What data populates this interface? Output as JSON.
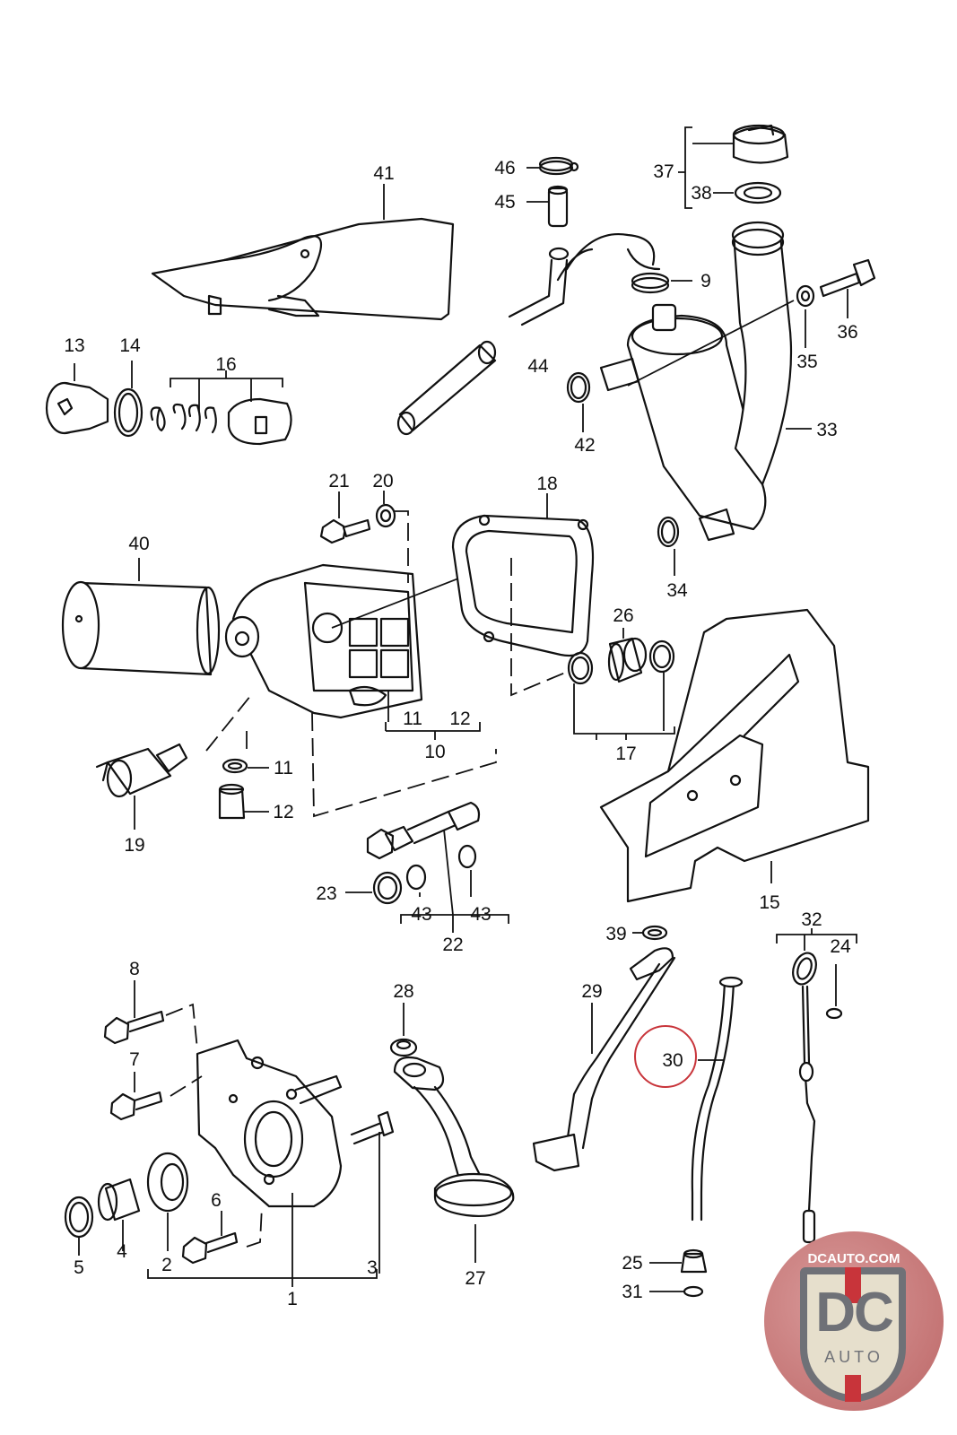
{
  "diagram": {
    "title": "Oil system exploded parts diagram",
    "parts": [
      {
        "id": "1",
        "label": "1"
      },
      {
        "id": "2",
        "label": "2"
      },
      {
        "id": "3",
        "label": "3"
      },
      {
        "id": "4",
        "label": "4"
      },
      {
        "id": "5",
        "label": "5"
      },
      {
        "id": "6",
        "label": "6"
      },
      {
        "id": "7",
        "label": "7"
      },
      {
        "id": "8",
        "label": "8"
      },
      {
        "id": "9",
        "label": "9"
      },
      {
        "id": "10",
        "label": "10"
      },
      {
        "id": "11",
        "label": "11"
      },
      {
        "id": "12",
        "label": "12"
      },
      {
        "id": "13",
        "label": "13"
      },
      {
        "id": "14",
        "label": "14"
      },
      {
        "id": "15",
        "label": "15"
      },
      {
        "id": "16",
        "label": "16"
      },
      {
        "id": "17",
        "label": "17"
      },
      {
        "id": "18",
        "label": "18"
      },
      {
        "id": "19",
        "label": "19"
      },
      {
        "id": "20",
        "label": "20"
      },
      {
        "id": "21",
        "label": "21"
      },
      {
        "id": "22",
        "label": "22"
      },
      {
        "id": "23",
        "label": "23"
      },
      {
        "id": "24",
        "label": "24"
      },
      {
        "id": "25",
        "label": "25"
      },
      {
        "id": "26",
        "label": "26"
      },
      {
        "id": "27",
        "label": "27"
      },
      {
        "id": "28",
        "label": "28"
      },
      {
        "id": "29",
        "label": "29"
      },
      {
        "id": "30",
        "label": "30"
      },
      {
        "id": "31",
        "label": "31"
      },
      {
        "id": "32",
        "label": "32"
      },
      {
        "id": "33",
        "label": "33"
      },
      {
        "id": "34",
        "label": "34"
      },
      {
        "id": "35",
        "label": "35"
      },
      {
        "id": "36",
        "label": "36"
      },
      {
        "id": "37",
        "label": "37"
      },
      {
        "id": "38",
        "label": "38"
      },
      {
        "id": "39",
        "label": "39"
      },
      {
        "id": "40",
        "label": "40"
      },
      {
        "id": "41",
        "label": "41"
      },
      {
        "id": "42",
        "label": "42"
      },
      {
        "id": "43",
        "label": "43"
      },
      {
        "id": "44",
        "label": "44"
      },
      {
        "id": "45",
        "label": "45"
      },
      {
        "id": "46",
        "label": "46"
      }
    ],
    "labels": {
      "l41": "41",
      "l46": "46",
      "l45": "45",
      "l37": "37",
      "l38": "38",
      "l9": "9",
      "l36": "36",
      "l35": "35",
      "l44": "44",
      "l42": "42",
      "l33": "33",
      "l13": "13",
      "l14": "14",
      "l16": "16",
      "l21": "21",
      "l20": "20",
      "l18": "18",
      "l40": "40",
      "l34": "34",
      "l26": "26",
      "l11a": "11",
      "l12a": "12",
      "l10": "10",
      "l17": "17",
      "l11b": "11",
      "l12b": "12",
      "l19": "19",
      "l15": "15",
      "l23": "23",
      "l43a": "43",
      "l43b": "43",
      "l22": "22",
      "l39": "39",
      "l32": "32",
      "l24": "24",
      "l8": "8",
      "l28": "28",
      "l29": "29",
      "l30": "30",
      "l7": "7",
      "l6": "6",
      "l5": "5",
      "l4": "4",
      "l2": "2",
      "l3": "3",
      "l1": "1",
      "l27": "27",
      "l25": "25",
      "l31": "31"
    },
    "highlighted_part": "30",
    "highlight_color": "#c8343a"
  },
  "watermark": {
    "url": "DCAUTO.COM",
    "brand": "DC",
    "sub": "AUTO",
    "colors": {
      "circle": "#c57676",
      "shield": "#e6dfcc",
      "text": "#6f7177",
      "stripe": "#c8343a"
    }
  }
}
